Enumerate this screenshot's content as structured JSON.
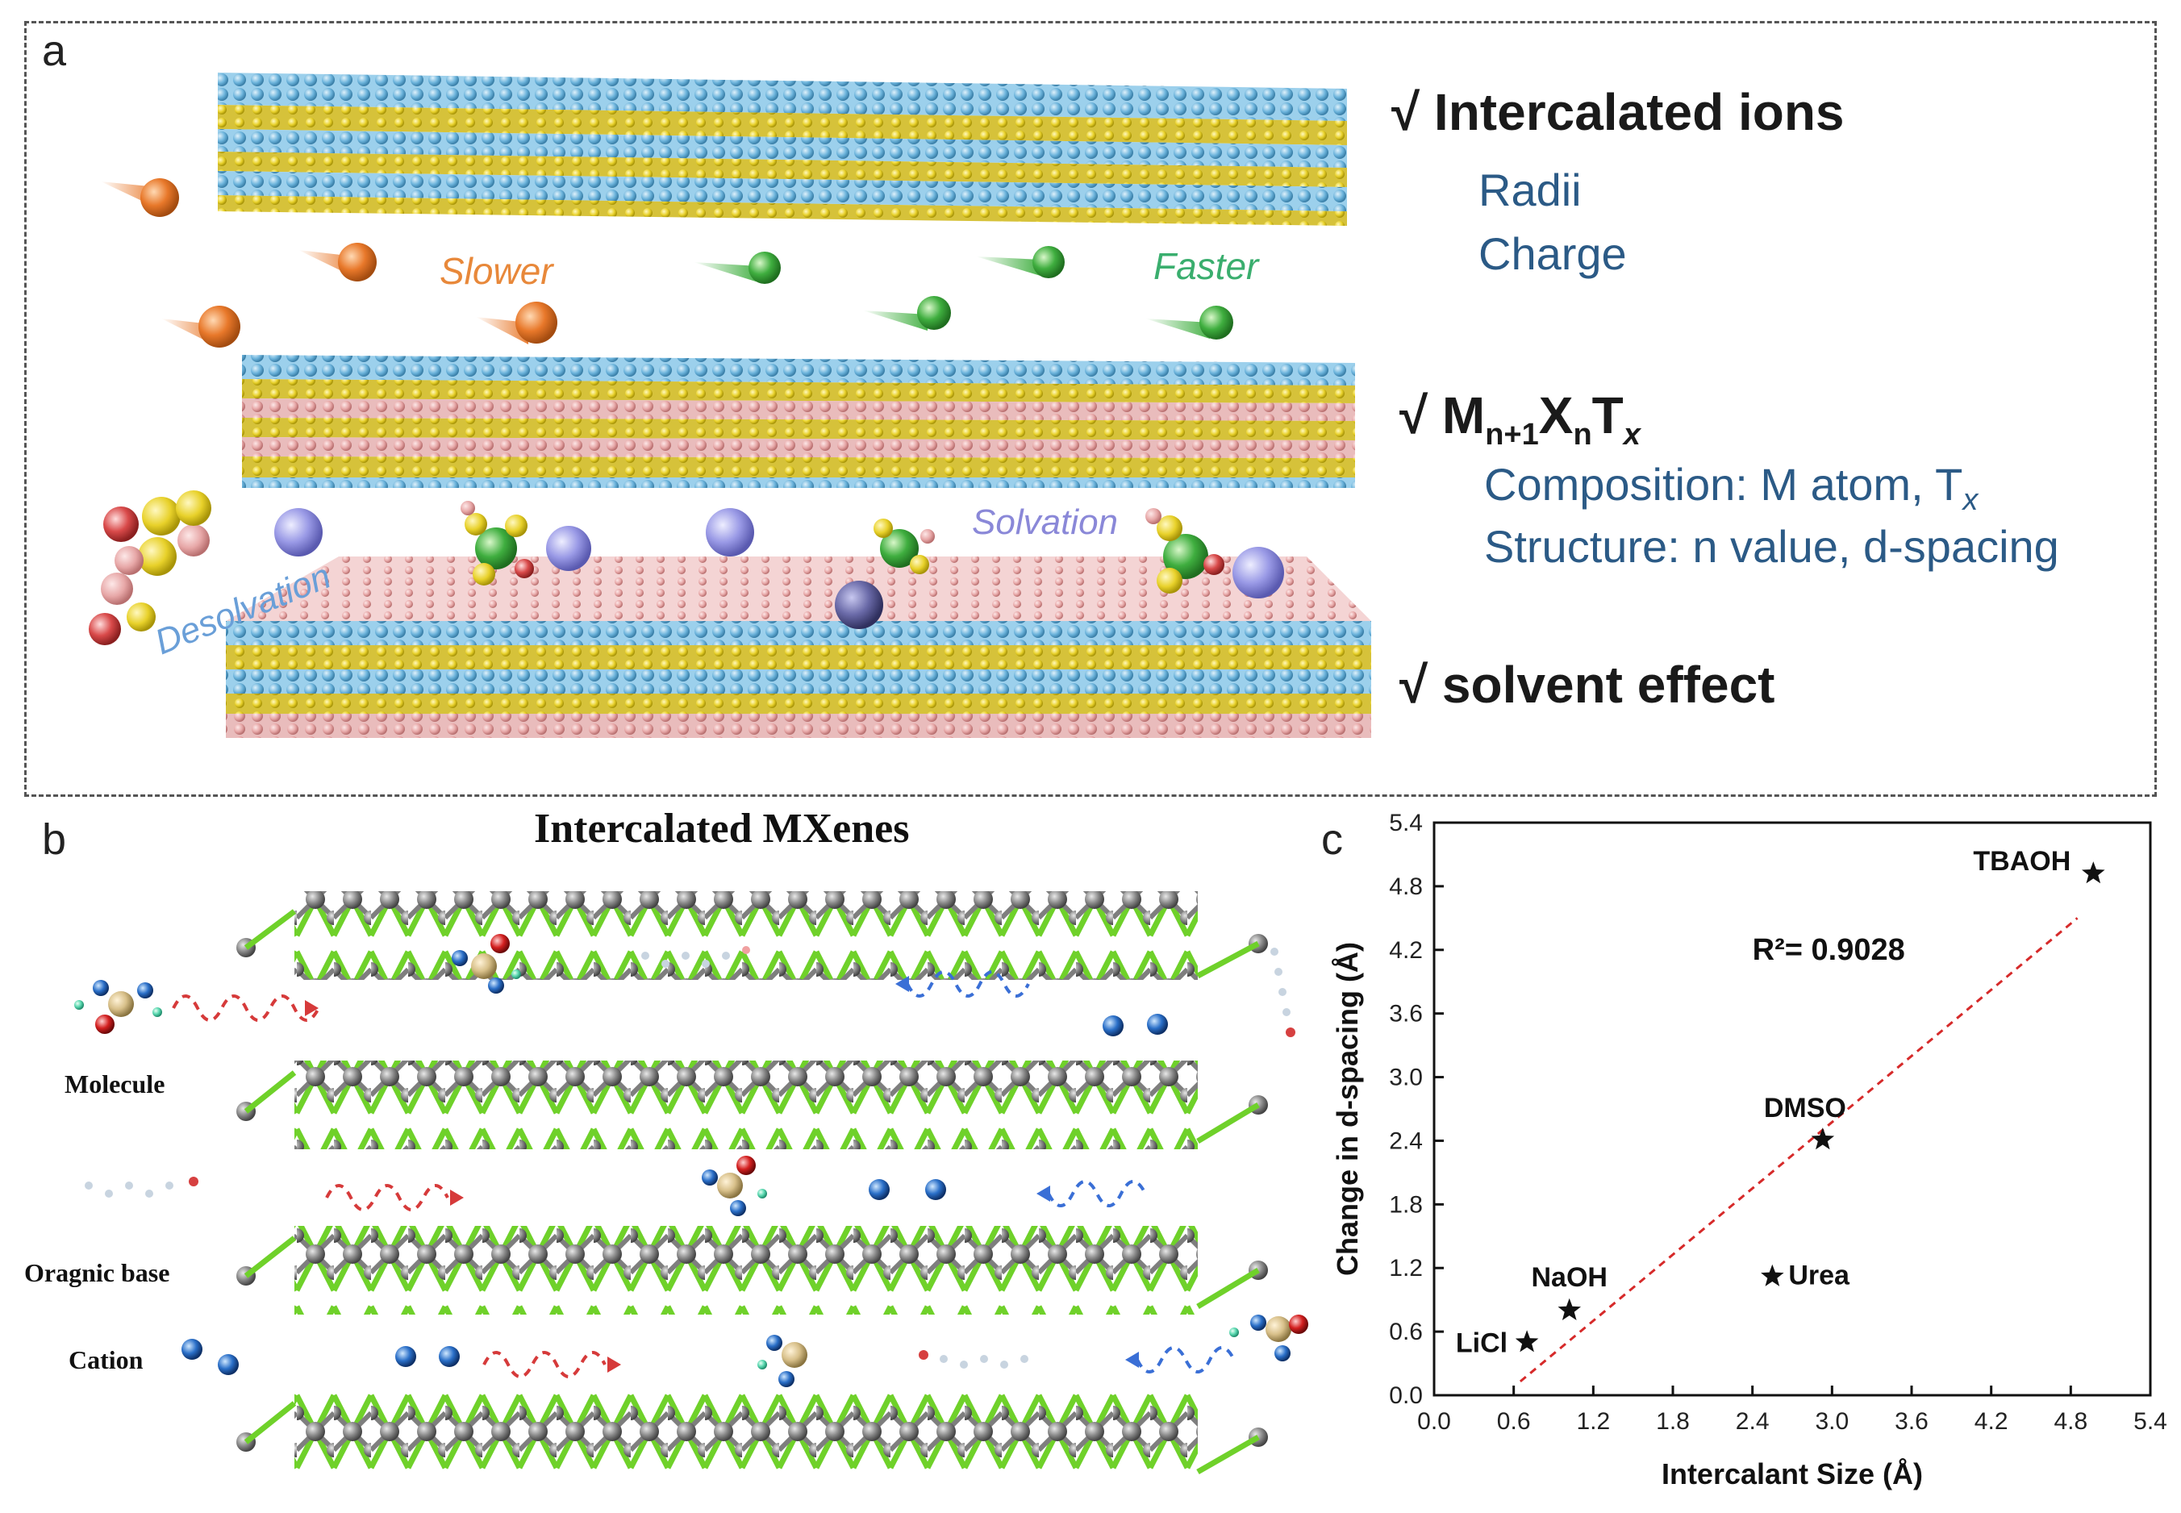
{
  "panel_a": {
    "letter": "a",
    "labels": {
      "slower": "Slower",
      "faster": "Faster",
      "desolvation": "Desolvation",
      "solvation": "Solvation"
    },
    "checks": [
      {
        "mark": "√",
        "title": "Intercalated ions",
        "items": [
          "Radii",
          "Charge"
        ]
      },
      {
        "mark": "√",
        "title_main": "M",
        "title_sub1": "n+1",
        "title_x": "X",
        "title_sub2": "n",
        "title_t": "T",
        "title_sub3": "x",
        "items": [
          "Composition: M atom, T",
          "Structure: n value, d-spacing"
        ],
        "item0_sub": "x"
      },
      {
        "mark": "√",
        "title": "solvent effect",
        "items": []
      }
    ],
    "colors": {
      "ion_slow": "#e8782a",
      "ion_fast": "#3fae3f",
      "metal": "#6cb4dc",
      "x_atom": "#e8d12a",
      "t_atom": "#e7a7a7",
      "cation": "#9a9ae6"
    }
  },
  "panel_b": {
    "letter": "b",
    "title": "Intercalated MXenes",
    "labels": {
      "molecule": "Molecule",
      "organic_base": "Oragnic base",
      "cation": "Cation"
    },
    "colors": {
      "green": "#6fd12a",
      "gray": "#8a8a8a",
      "red_wave": "#d63a3a",
      "blue_wave": "#3a6fd6"
    }
  },
  "panel_c": {
    "letter": "c",
    "annotation": "R²= 0.9028"
  },
  "chart_data": {
    "type": "scatter",
    "xlabel": "Intercalant Size (Å)",
    "ylabel": "Change in d-spacing (Å)",
    "xlim": [
      0.0,
      5.4
    ],
    "ylim": [
      0.0,
      5.4
    ],
    "xticks": [
      "0.0",
      "0.6",
      "1.2",
      "1.8",
      "2.4",
      "3.0",
      "3.6",
      "4.2",
      "4.8",
      "5.4"
    ],
    "yticks": [
      "0.0",
      "0.6",
      "1.2",
      "1.8",
      "2.4",
      "3.0",
      "3.6",
      "4.2",
      "4.8",
      "5.4"
    ],
    "points": [
      {
        "label": "LiCl",
        "x": 0.7,
        "y": 0.5
      },
      {
        "label": "NaOH",
        "x": 1.02,
        "y": 0.8
      },
      {
        "label": "Urea",
        "x": 2.55,
        "y": 1.12
      },
      {
        "label": "DMSO",
        "x": 2.93,
        "y": 2.41
      },
      {
        "label": "TBAOH",
        "x": 4.97,
        "y": 4.92
      }
    ],
    "fit_line": {
      "x": [
        0.65,
        4.85
      ],
      "y": [
        0.13,
        4.5
      ]
    },
    "marker": "star",
    "grid": false
  }
}
